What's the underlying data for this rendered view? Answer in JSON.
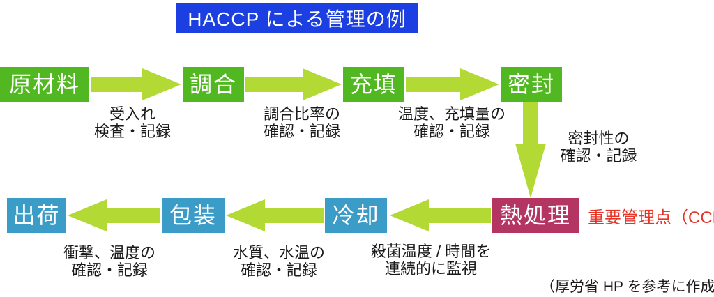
{
  "title": "HACCP による管理の例",
  "top_row": {
    "steps": [
      "原材料",
      "調合",
      "充填",
      "密封"
    ],
    "notes": [
      "受入れ\n検査・記録",
      "調合比率の\n確認・記録",
      "温度、充填量の\n確認・記録"
    ]
  },
  "seal_note": "密封性の\n確認・記録",
  "bottom_row": {
    "steps": [
      "出荷",
      "包装",
      "冷却",
      "熱処理"
    ],
    "notes": [
      "衝撃、温度の\n確認・記録",
      "水質、水温の\n確認・記録",
      "殺菌温度 / 時間を\n連続的に監視"
    ]
  },
  "ccp_label": "重要管理点（CCP）",
  "credit": "（厚労省 HP を参考に作成）",
  "colors": {
    "title_bg": "#1b3fe0",
    "process_green": "#52b822",
    "process_blue": "#3b9cc7",
    "ccp_box": "#b43562",
    "arrow_green": "#b3d934",
    "ccp_text": "#e73428"
  }
}
